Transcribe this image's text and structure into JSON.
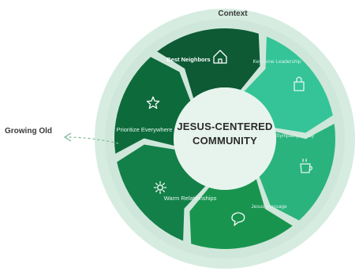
{
  "diagram": {
    "context_label": "Context",
    "side_label": "Growing Old",
    "center_title": "JESUS-CENTERED COMMUNITY",
    "segments": [
      {
        "label": "Best Neighbors",
        "icon": "home-icon",
        "color": "#0d5a35"
      },
      {
        "label": "Keystone Leadership",
        "icon": "lock-icon",
        "color": "#34c497"
      },
      {
        "label": "Sympathy Today",
        "icon": "cup-icon",
        "color": "#2ab37d"
      },
      {
        "label": "Jesus Message",
        "icon": "chat-bubble-icon",
        "color": "#19944f"
      },
      {
        "label": "Warm Relationships",
        "icon": "sun-icon",
        "color": "#138049"
      },
      {
        "label": "Prioritize Everywhere",
        "icon": "star-icon",
        "color": "#0d6a3b"
      }
    ],
    "colors": {
      "outer_ring": "#d6ece1",
      "inner_circle": "#e7f4ed",
      "text_dark": "#2b2b2b",
      "arrow": "#7fb89a"
    }
  }
}
